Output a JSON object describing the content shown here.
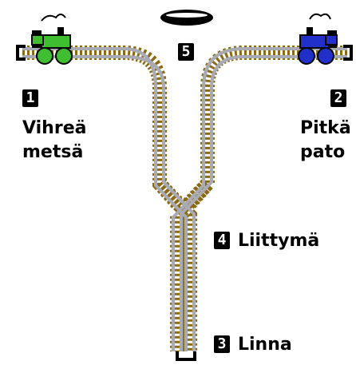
{
  "stations": {
    "s1": {
      "number": "1",
      "line1": "Vihreä",
      "line2": "metsä"
    },
    "s2": {
      "number": "2",
      "line1": "Pitkä",
      "line2": "pato"
    },
    "s3": {
      "number": "3",
      "name": "Linna"
    },
    "s4": {
      "number": "4",
      "name": "Liittymä"
    },
    "s5": {
      "number": "5"
    }
  },
  "trains": {
    "green": {
      "color": "#3fbf2f",
      "icon": "green-locomotive-icon"
    },
    "blue": {
      "color": "#2130c8",
      "icon": "blue-locomotive-icon"
    }
  },
  "colors": {
    "rail": "#a9abb4",
    "ties": "#8b6a14",
    "badge": "#000000"
  }
}
